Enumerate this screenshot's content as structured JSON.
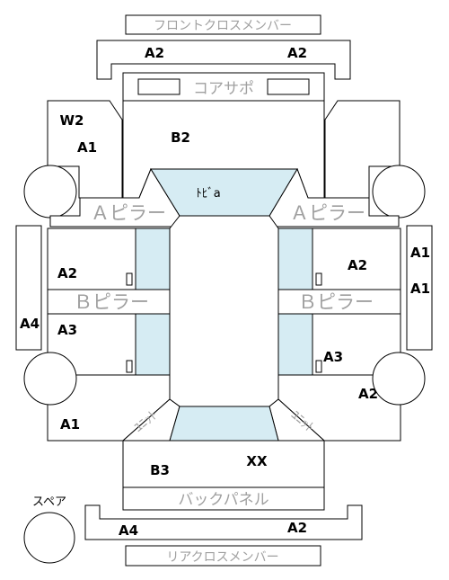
{
  "labels": {
    "front_cross_member": "フロントクロスメンバー",
    "core_support": "コアサポ",
    "a_pillar": "Ａピラー",
    "b_pillar": "Ｂピラー",
    "back_panel": "バックパネル",
    "rear_cross_member": "リアクロスメンバー",
    "door": "ﾄﾋﾞa",
    "spare": "スペア",
    "unit": "ﾕﾆｯﾄ"
  },
  "grades": {
    "front_member_left": "A2",
    "front_member_right": "A2",
    "front_left_corner": "W2",
    "front_left": "A1",
    "core_center": "B2",
    "left_outer": "A4",
    "left_upper": "A2",
    "left_lower": "A3",
    "rear_left": "A1",
    "right_outer_top": "A1",
    "right_outer_bottom": "A1",
    "right_upper": "A2",
    "right_lower": "A3",
    "rear_right": "A2",
    "trunk_left": "B3",
    "trunk_right": "XX",
    "rear_member_left": "A4",
    "rear_member_right": "A2"
  },
  "colors": {
    "line": "#000000",
    "panel_fill": "#ffffff",
    "glass_fill": "#d6ecf3",
    "faded_text": "#a0a0a0"
  }
}
